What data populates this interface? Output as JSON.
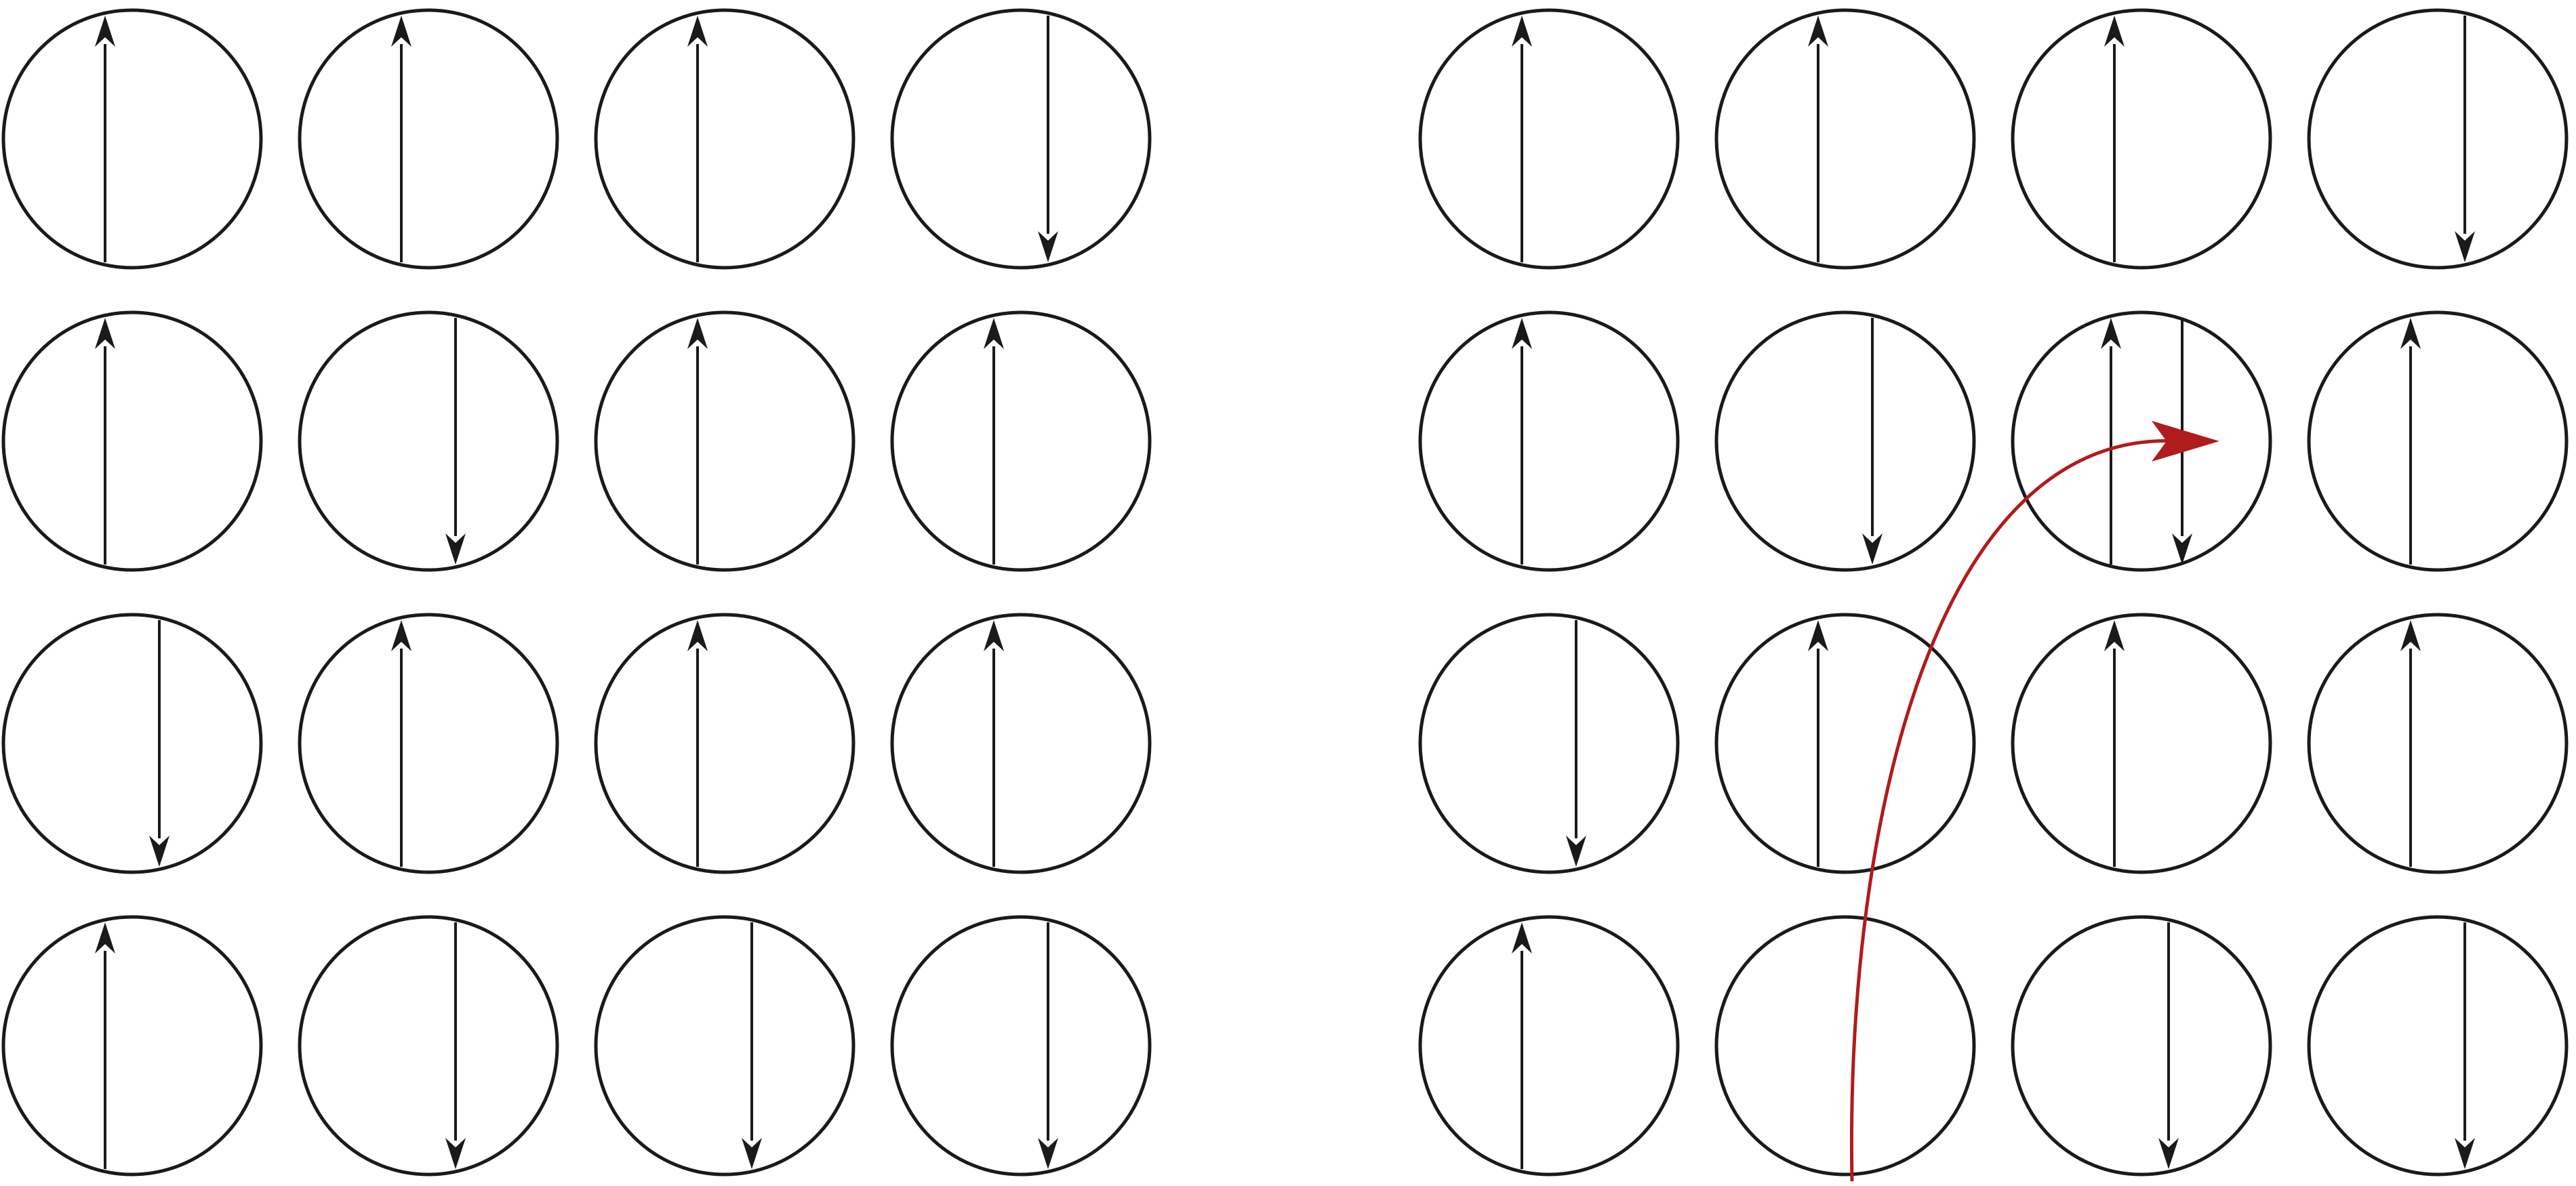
{
  "colors": {
    "stroke": "#1a1a1a",
    "hop_arrow": "#b01c1c",
    "background": "#ffffff"
  },
  "panels": [
    {
      "name": "lattice-left",
      "rows": [
        [
          "up",
          "up",
          "up",
          "down"
        ],
        [
          "up",
          "down",
          "up",
          "up"
        ],
        [
          "down",
          "up",
          "up",
          "up"
        ],
        [
          "up",
          "down",
          "down",
          "down"
        ]
      ]
    },
    {
      "name": "lattice-right",
      "rows": [
        [
          "up",
          "up",
          "up",
          "down"
        ],
        [
          "up",
          "down",
          "updown",
          "up"
        ],
        [
          "down",
          "up",
          "up",
          "up"
        ],
        [
          "up",
          "empty",
          "down",
          "down"
        ]
      ],
      "hop": {
        "from": {
          "row": 3,
          "col": 1
        },
        "to": {
          "row": 1,
          "col": 2
        },
        "icon": "curved-hop-arrow-icon"
      }
    }
  ]
}
